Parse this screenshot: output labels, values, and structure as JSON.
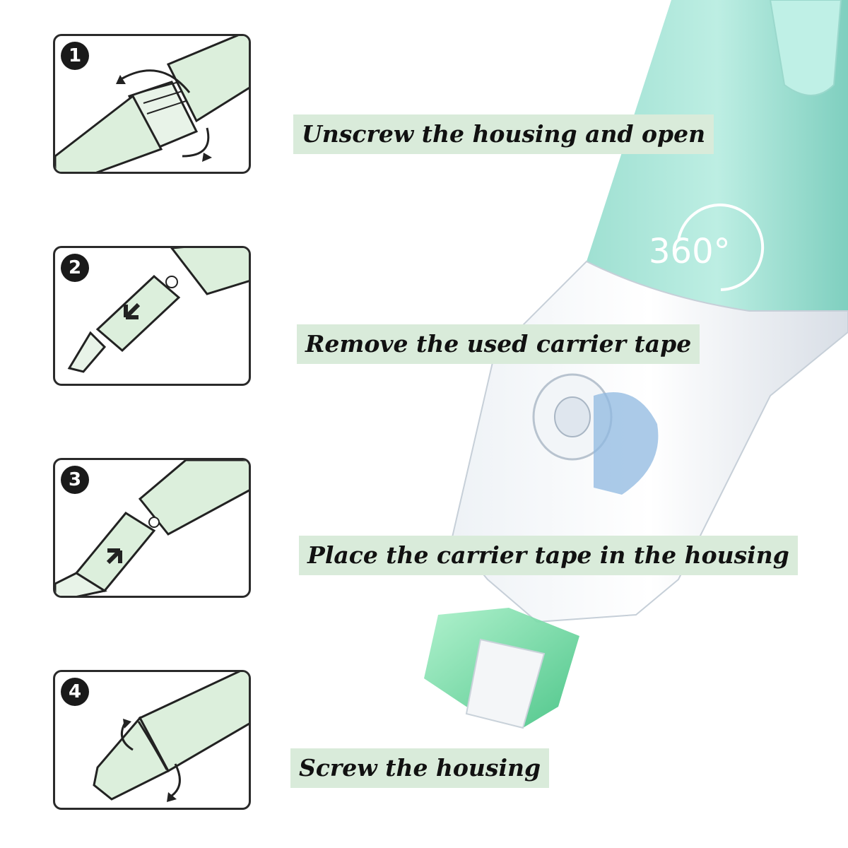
{
  "steps": [
    {
      "number": "1",
      "caption": "Unscrew the housing and open"
    },
    {
      "number": "2",
      "caption": "Remove the used carrier tape"
    },
    {
      "number": "3",
      "caption": "Place the carrier tape in the housing"
    },
    {
      "number": "4",
      "caption": "Screw the housing"
    }
  ],
  "product": {
    "badge_text": "360°"
  },
  "colors": {
    "card_border": "#2a2a2a",
    "illustration_fill": "#dcefdc",
    "caption_bg": "#d9ebda",
    "pen_mint": "#8fd8c8",
    "tip_green": "#5fd39a"
  }
}
